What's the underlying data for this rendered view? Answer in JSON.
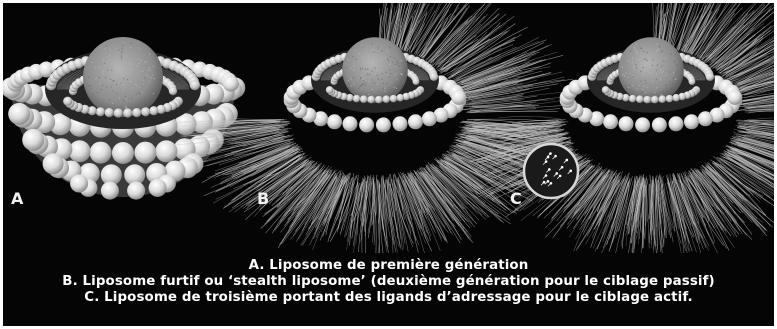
{
  "figure": {
    "panels": [
      {
        "id": "A",
        "label": "A"
      },
      {
        "id": "B",
        "label": "B"
      },
      {
        "id": "C",
        "label": "C"
      }
    ],
    "caption": {
      "line1": "A. Liposome de première génération",
      "line2": "B. Liposome furtif ou ‘stealth liposome’ (deuxième génération pour le ciblage passif)",
      "line3": "C. Liposome de troisième portant des ligands d’adressage pour le ciblage actif."
    },
    "colors": {
      "background": "#050505",
      "sphere_heads": "#e6e6e6",
      "core": "#9a9a9a",
      "polymer_fringe": "#bdbdbd",
      "text": "#ffffff"
    }
  }
}
